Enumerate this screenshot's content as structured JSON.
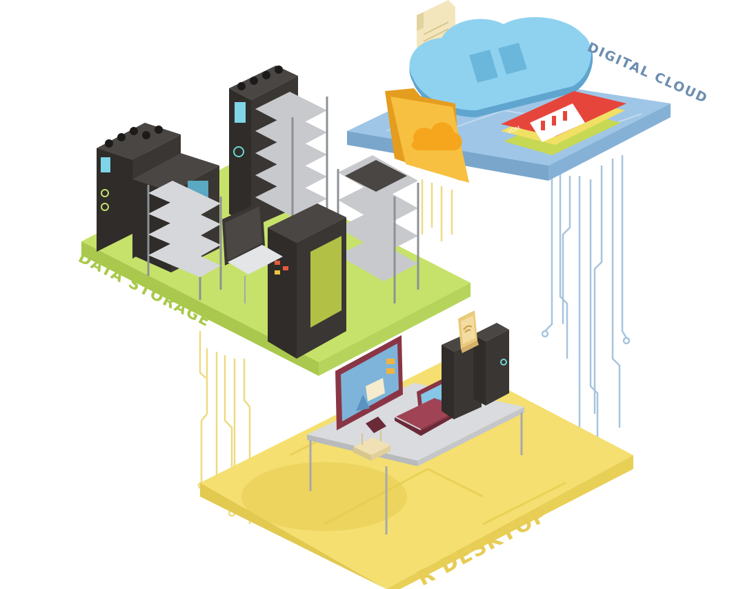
{
  "labels": {
    "data_storage": "DATA STORAGE",
    "digital_cloud": "DIGITAL CLOUD",
    "user_desktop": "R DESKTOP",
    "film_tag": "VOM."
  },
  "colors": {
    "storage_platform": "#c6e26a",
    "storage_label": "#a8c94a",
    "cloud_platform": "#9fc6e6",
    "cloud_label": "#6c8db0",
    "desktop_platform": "#f4df70",
    "desktop_label": "#e7cc55",
    "server_dark": "#3a3633",
    "rack_grey": "#c7c9cc",
    "cloud_blue": "#79c7ec",
    "folder_orange": "#f6b732",
    "film_red": "#e6453b",
    "monitor_frame": "#8a3546",
    "wire_blue": "#a7c4de",
    "wire_yellow": "#eeda82"
  },
  "icons": [
    "server-rack-icon",
    "cloud-icon",
    "folder-icon",
    "film-icon",
    "document-icon",
    "monitor-icon",
    "laptop-icon",
    "router-icon",
    "wifi-icon"
  ]
}
